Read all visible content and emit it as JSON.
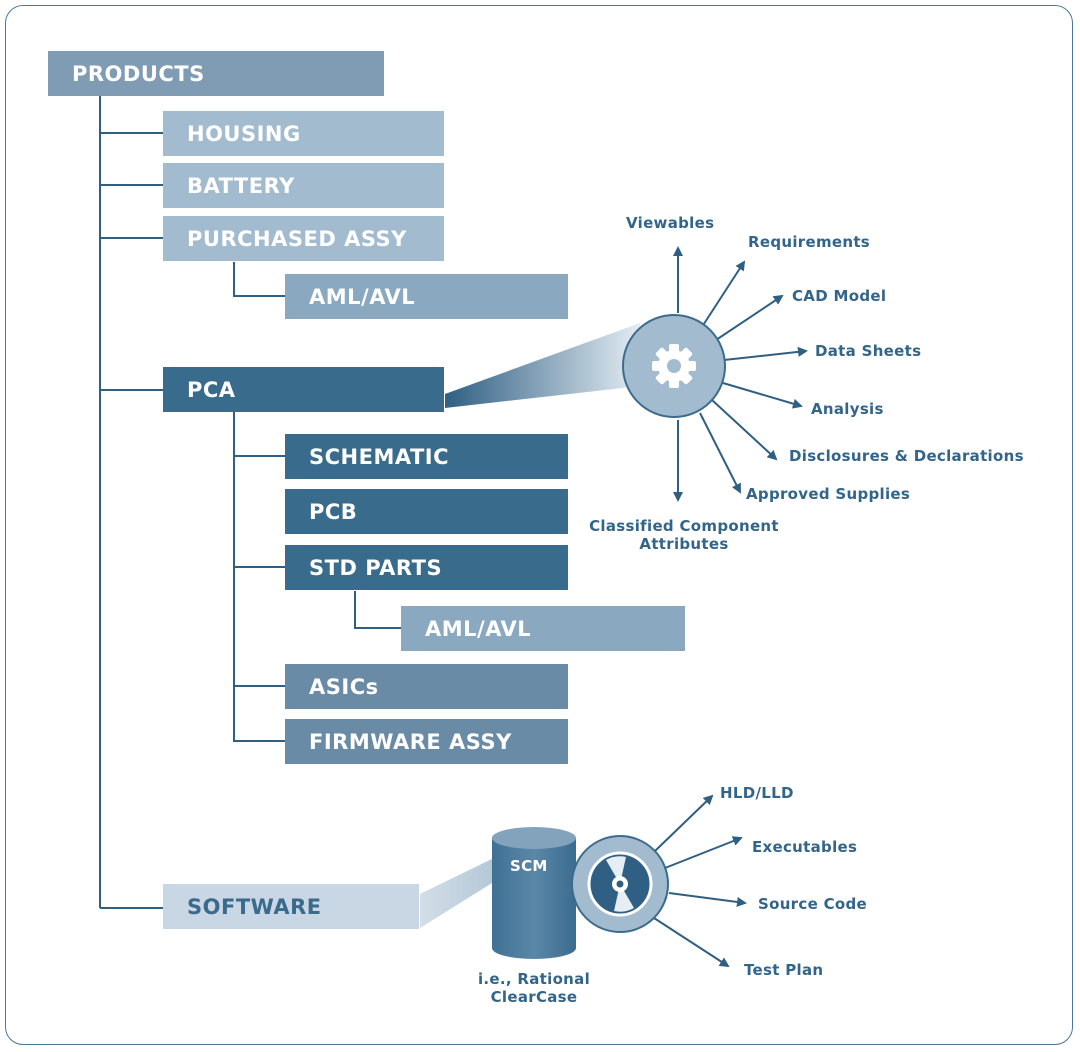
{
  "tree": {
    "products": "PRODUCTS",
    "housing": "HOUSING",
    "battery": "BATTERY",
    "purchased_assy": "PURCHASED ASSY",
    "aml_avl_1": "AML/AVL",
    "pca": "PCA",
    "schematic": "SCHEMATIC",
    "pcb": "PCB",
    "std_parts": "STD PARTS",
    "aml_avl_2": "AML/AVL",
    "asics": "ASICs",
    "firmware_assy": "FIRMWARE ASSY",
    "software": "SOFTWARE"
  },
  "pca_outputs": {
    "viewables": "Viewables",
    "requirements": "Requirements",
    "cad_model": "CAD Model",
    "data_sheets": "Data Sheets",
    "analysis": "Analysis",
    "disclosures": "Disclosures & Declarations",
    "approved_supplies": "Approved Supplies",
    "classified_line1": "Classified Component",
    "classified_line2": "Attributes"
  },
  "software_outputs": {
    "scm_label": "SCM",
    "caption_line1": "i.e., Rational",
    "caption_line2": "ClearCase",
    "hld_lld": "HLD/LLD",
    "executables": "Executables",
    "source_code": "Source Code",
    "test_plan": "Test Plan"
  },
  "colors": {
    "line": "#2f5f82",
    "dark_box": "#386b8c",
    "light_box": "#a3bbce",
    "label": "#33648a"
  }
}
